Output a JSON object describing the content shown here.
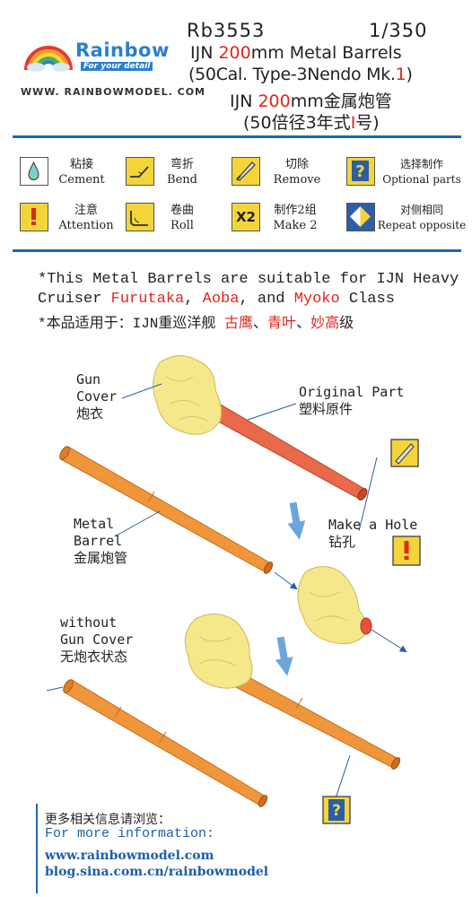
{
  "header": {
    "product_code": "Rb3553",
    "scale": "1/350",
    "brand_name": "Rainbow",
    "brand_tagline": "For your detail",
    "website": "WWW. RAINBOWMODEL. COM",
    "title_en_1": "IJN ",
    "title_en_1_red": "200",
    "title_en_1_rest": "mm Metal Barrels",
    "title_en_2": "(50Cal. Type-3Nendo Mk.",
    "title_en_2_red": "1",
    "title_en_2_end": ")",
    "title_cn_1": "IJN ",
    "title_cn_1_red": "200",
    "title_cn_1_rest": "mm金属炮管",
    "title_cn_2": "(50倍径3年式",
    "title_cn_2_red": "I",
    "title_cn_2_end": "号)"
  },
  "legend": [
    {
      "icon": "cement-drop-icon",
      "cn": "粘接",
      "en": "Cement"
    },
    {
      "icon": "bend-icon",
      "cn": "弯折",
      "en": "Bend"
    },
    {
      "icon": "remove-knife-icon",
      "cn": "切除",
      "en": "Remove"
    },
    {
      "icon": "optional-question-icon",
      "cn": "选择制作",
      "en": "Optional parts"
    },
    {
      "icon": "attention-exclamation-icon",
      "cn": "注意",
      "en": "Attention"
    },
    {
      "icon": "roll-icon",
      "cn": "卷曲",
      "en": "Roll"
    },
    {
      "icon": "make-two-icon",
      "icon_text": "X2",
      "cn": "制作2组",
      "en": "Make 2"
    },
    {
      "icon": "repeat-opposite-icon",
      "cn": "对侧相同",
      "en": "Repeat opposite"
    }
  ],
  "note": {
    "line1": "*This Metal Barrels are suitable for IJN Heavy",
    "line2_prefix": "Cruiser ",
    "line2_a": "Furutaka",
    "line2_sep1": ", ",
    "line2_b": "Aoba",
    "line2_sep2": ", and ",
    "line2_c": "Myoko",
    "line2_suffix": " Class",
    "line3_prefix": "*本品适用于：IJN重巡洋舰 ",
    "line3_a": "古鹰",
    "line3_sep1": "、",
    "line3_b": "青叶",
    "line3_sep2": "、",
    "line3_c": "妙高",
    "line3_suffix": "级"
  },
  "diagram": {
    "gun_cover_en_1": "Gun",
    "gun_cover_en_2": "Cover",
    "gun_cover_cn": "炮衣",
    "original_part_en": "Original Part",
    "original_part_cn": "塑料原件",
    "metal_barrel_en_1": "Metal",
    "metal_barrel_en_2": "Barrel",
    "metal_barrel_cn": "金属炮管",
    "make_hole_en": "Make a Hole",
    "make_hole_cn": "钻孔",
    "without_en_1": "without",
    "without_en_2": "Gun Cover",
    "without_cn": "无炮衣状态",
    "colors": {
      "cover": "#f5e88a",
      "plastic_barrel": "#e86a4a",
      "metal_barrel": "#f0963a",
      "arrow": "#6aa6dc"
    }
  },
  "footer": {
    "line1": "更多相关信息请浏览：",
    "line2": "For more information:",
    "line3": "www.rainbowmodel.com",
    "line4": "blog.sina.com.cn/rainbowmodel"
  }
}
